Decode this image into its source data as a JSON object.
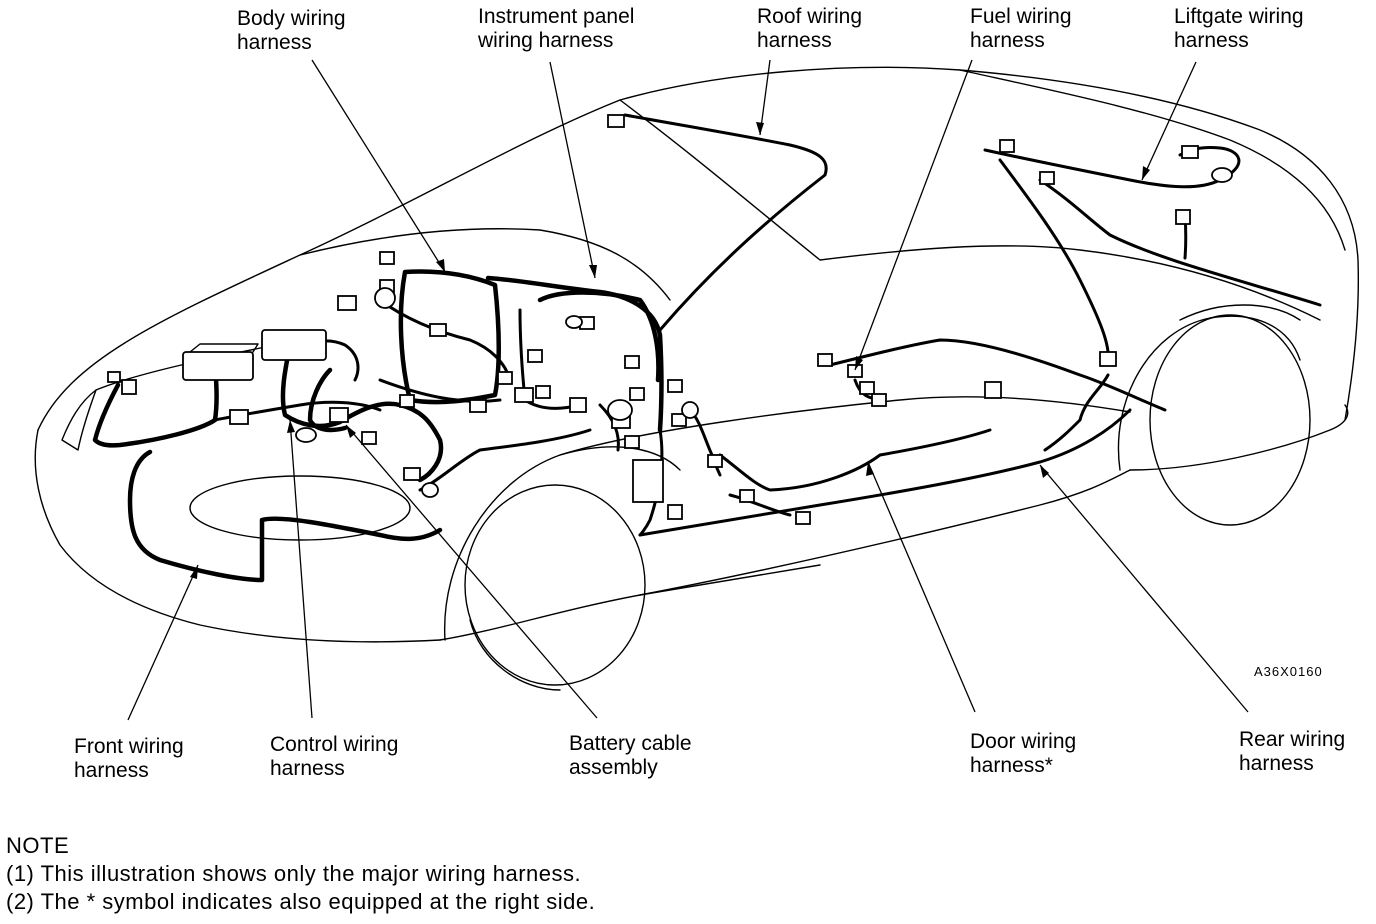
{
  "labels": {
    "body_wiring": [
      "Body  wiring",
      "harness"
    ],
    "instrument_panel": [
      "Instrument panel",
      "wiring harness"
    ],
    "roof_wiring": [
      "Roof wiring",
      "harness"
    ],
    "fuel_wiring": [
      "Fuel wiring",
      "harness"
    ],
    "liftgate_wiring": [
      "Liftgate wiring",
      "harness"
    ],
    "front_wiring": [
      "Front wiring",
      "harness"
    ],
    "control_wiring": [
      "Control wiring",
      "harness"
    ],
    "battery_cable": [
      "Battery cable",
      "assembly"
    ],
    "door_wiring": [
      "Door wiring",
      "harness*"
    ],
    "rear_wiring": [
      "Rear wiring",
      "harness"
    ]
  },
  "figure_code": "A36X0160",
  "note": {
    "heading": "NOTE",
    "items": [
      "(1)  This illustration shows only the major wiring harness.",
      "(2)  The * symbol indicates also equipped at the right side."
    ]
  },
  "colors": {
    "ink": "#000000",
    "paper": "#ffffff"
  }
}
